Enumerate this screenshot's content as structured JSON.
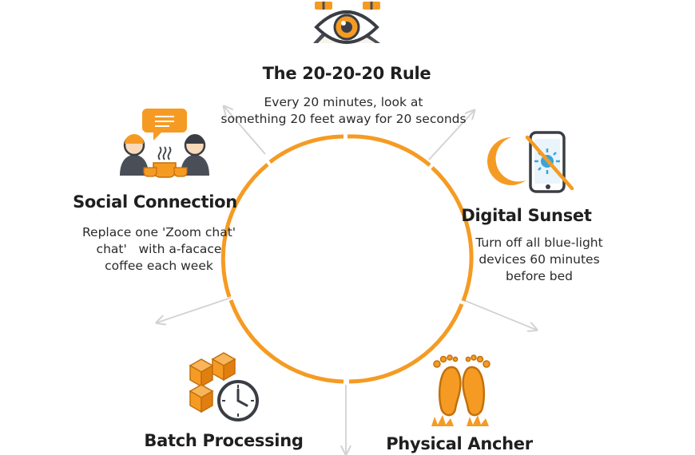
{
  "colors": {
    "accent": "#F59B23",
    "accent_dark": "#C46F0B",
    "ink": "#1F1F1F",
    "arrow": "#D2D2D2",
    "figure": "#4A4F57"
  },
  "items": [
    {
      "id": "rule-20-20-20",
      "icon": "eye-icon",
      "title": "The 20-20-20 Rule",
      "lines": [
        "Every 20 minutes, look at",
        "something 20 feet away for 20 seconds"
      ]
    },
    {
      "id": "digital-sunset",
      "icon": "moon-phone-icon",
      "title": "Digital Sunset",
      "lines": [
        "Turn off all blue-light",
        "devices 60 minutes",
        "before bed"
      ]
    },
    {
      "id": "physical-anchor",
      "icon": "feet-icon",
      "title": "Physical Ancher",
      "lines": []
    },
    {
      "id": "batch-processing",
      "icon": "boxes-clock-icon",
      "title": "Batch Processing",
      "lines": []
    },
    {
      "id": "social-connection",
      "icon": "people-coffee-icon",
      "title": "Social Connection",
      "lines": [
        "Replace one 'Zoom chat'",
        "chat'   with a-facace",
        "coffee each week"
      ]
    }
  ]
}
